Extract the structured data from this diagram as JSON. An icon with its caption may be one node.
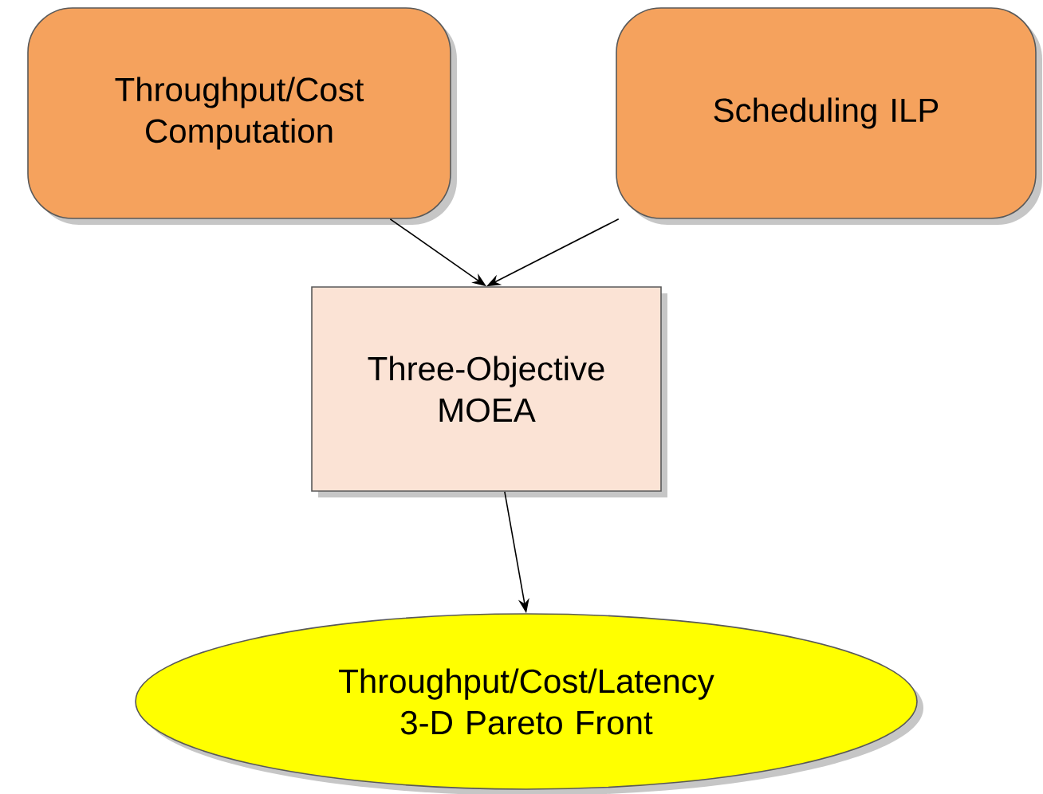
{
  "diagram": {
    "nodes": [
      {
        "text": [
          "Throughput/Cost Computation"
        ]
      },
      {
        "text": [
          "Scheduling ILP"
        ]
      },
      {
        "text": [
          "Three-Objective MOEA"
        ]
      },
      {
        "text": [
          "Throughput/Cost/Latency 3-D Pareto Front"
        ]
      }
    ],
    "edges": [
      {
        "from": 0,
        "to": 2,
        "arrow": "to"
      },
      {
        "from": 1,
        "to": 2,
        "arrow": "to"
      },
      {
        "from": 2,
        "to": 3,
        "arrow": "to"
      }
    ]
  }
}
